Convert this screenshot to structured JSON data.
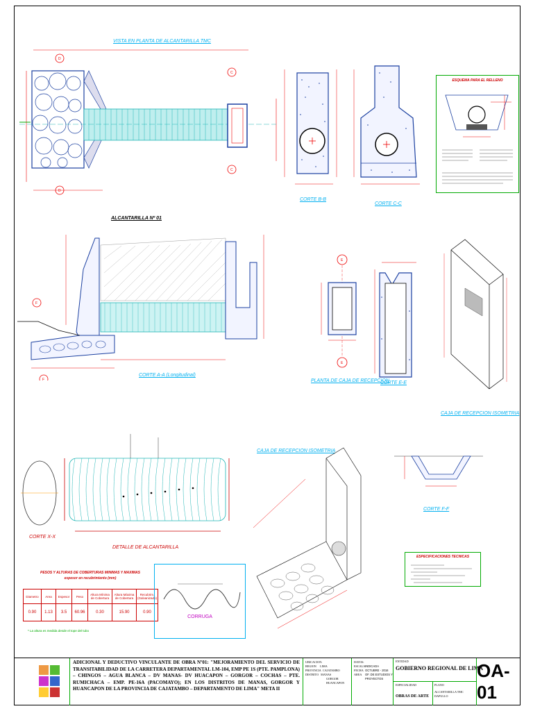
{
  "views": {
    "plan_title": "VISTA EN PLANTA DE ALCANTARILLA TMC",
    "section_title": "ALCANTARILLA Nº 01",
    "corte_bb": "CORTE B-B",
    "corte_cc": "CORTE C-C",
    "corte_aa": "CORTE A-A (Longitudinal)",
    "planta_caja": "PLANTA DE CAJA DE RECEPCION",
    "corte_ee": "CORTE E-E",
    "caja_iso_1": "CAJA DE RECEPCION ISOMETRIA",
    "caja_iso_2": "CAJA DE RECEPCION ISOMETRIA",
    "corte_ff": "CORTE F-F",
    "corte_xx": "CORTE X-X",
    "detalle": "DETALLE DE ALCANTARILLA",
    "corruga": "CORRUGA",
    "relleno": "ESQUEMA PARA EL RELLENO",
    "especificaciones": "ESPECIFICACIONES TECNICAS"
  },
  "table": {
    "title_line1": "PESOS Y ALTURAS DE COBERTURAS MINIMAS Y MAXIMAS",
    "title_line2": "espesor en recubrimiento (mm)",
    "headers": [
      "Diametro",
      "Area",
      "Espesor",
      "Peso",
      "Altura Mínima de Cobertura",
      "Altura Máxima de Cobertura",
      "Recubrim. (Galvanizado)"
    ],
    "row": [
      "0.90",
      "1.13",
      "3.5",
      "60.96",
      "0.30",
      "15.90",
      "0.90"
    ],
    "note": "* La altura es medida desde el tope del tubo"
  },
  "title_block": {
    "project": "ADICIONAL Y DEDUCTIVO VINCULANTE DE OBRA Nº01: \"MEJORAMIENTO DEL SERVICIO DE TRANSITABILIDAD DE LA CARRETERA DEPARTAMENTAL LM-104, EMP PE 1S (PTE. PAMPLONA) – CHINGOS – AGUA BLANCA – DV MANAS- DV HUACAPON – GORGOR – COCHAS – PTE. RUMICHACA – EMP. PE-16A (PACOMAYO); EN LOS DISTRITOS DE MANAS, GORGOR Y HUANCAPON DE LA PROVINCIA DE CAJATAMBO – DEPARTAMENTO DE LIMA\" META II",
    "ubicacion": {
      "label": "UBICACION:",
      "region_label": "REGION",
      "region": "LIMA",
      "provincia_label": "PROVINCIA",
      "provincia": "CAJATAMBO",
      "distrito_label": "DISTRITO",
      "distritos": [
        "MANAS",
        "GORGOR",
        "HUANCAPON"
      ]
    },
    "datos": {
      "label": "DATOS:",
      "escala_label": "ESCALA",
      "escala": "INDICADA",
      "fecha_label": "FECHA",
      "fecha": "OCTUBRE - 2016",
      "area_label": "AREA",
      "area": "OF. DE ESTUDIOS Y PROYECTOS"
    },
    "entidad_label": "ENTIDAD",
    "entidad": "GOBIERNO REGIONAL DE LIMA",
    "especialidad_label": "ESPECIALIDAD",
    "especialidad": "OBRAS DE ARTE",
    "plano_label": "PLANO",
    "plano": "ALCANTARILLA TMC DAPULLO",
    "code": "OA-01"
  },
  "colors": {
    "annotation": "#00b0f0",
    "dimension": "#e00000",
    "stone_fill": "#1a3fa0",
    "pipe": "#1fb5b5",
    "frame": "#000000"
  }
}
